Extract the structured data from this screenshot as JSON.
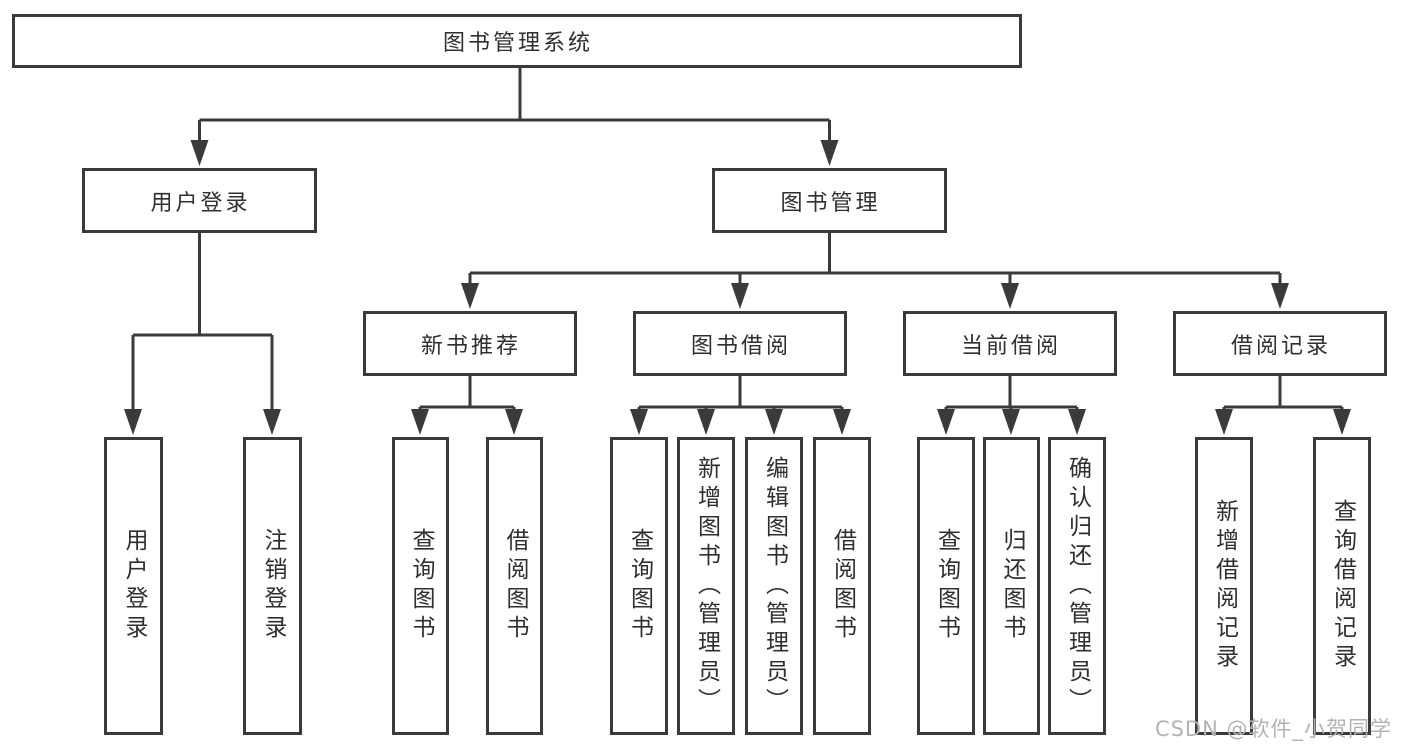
{
  "diagram": {
    "root": {
      "label": "图书管理系统"
    },
    "level2": {
      "user_login": {
        "label": "用户登录"
      },
      "book_management": {
        "label": "图书管理"
      }
    },
    "level3": {
      "new_book_recommend": {
        "label": "新书推荐"
      },
      "book_borrowing": {
        "label": "图书借阅"
      },
      "current_borrowing": {
        "label": "当前借阅"
      },
      "borrow_records": {
        "label": "借阅记录"
      }
    },
    "leaves": {
      "user_login": {
        "label": "用户登录"
      },
      "logout": {
        "label": "注销登录"
      },
      "nb_query_books": {
        "label": "查询图书"
      },
      "nb_borrow_books": {
        "label": "借阅图书"
      },
      "bb_query_books": {
        "label": "查询图书"
      },
      "bb_add_books": {
        "label": "新增图书（管理员）"
      },
      "bb_edit_books": {
        "label": "编辑图书（管理员）"
      },
      "bb_borrow_books": {
        "label": "借阅图书"
      },
      "cb_query_books": {
        "label": "查询图书"
      },
      "cb_return_books": {
        "label": "归还图书"
      },
      "cb_confirm_return": {
        "label": "确认归还（管理员）"
      },
      "br_add_record": {
        "label": "新增借阅记录"
      },
      "br_query_record": {
        "label": "查询借阅记录"
      }
    }
  },
  "watermark": {
    "text": "CSDN @软件_小贺同学"
  },
  "colors": {
    "line": "#3a3a3a",
    "text": "#2f2f2f",
    "box_fill": "#ffffff",
    "watermark": "#b3b3b3",
    "background": "#ffffff"
  }
}
